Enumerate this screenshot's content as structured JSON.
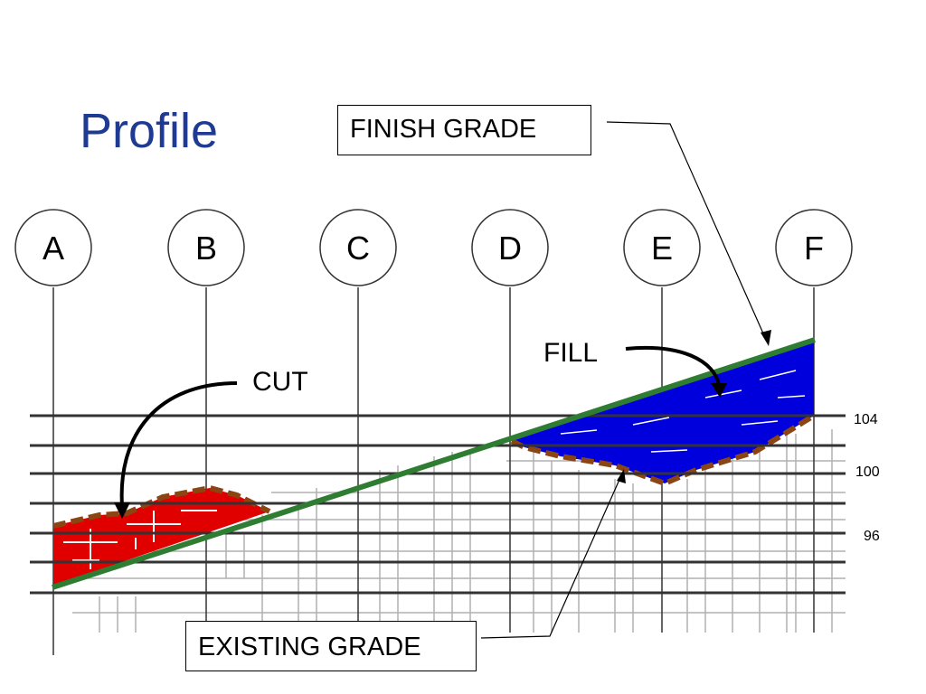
{
  "slide": {
    "title": "Profile"
  },
  "grid_lines": [
    {
      "label": "A"
    },
    {
      "label": "B"
    },
    {
      "label": "C"
    },
    {
      "label": "D"
    },
    {
      "label": "E"
    },
    {
      "label": "F"
    }
  ],
  "callouts": {
    "finish_grade": "FINISH GRADE",
    "existing_grade": "EXISTING GRADE"
  },
  "labels": {
    "cut": "CUT",
    "fill": "FILL"
  },
  "elevations": {
    "e104": "104",
    "e100": "100",
    "e96": "96"
  },
  "colors": {
    "title": "#1f3a93",
    "cut_region": "#e00000",
    "fill_region": "#0000dd",
    "finish_grade_line": "#2e7d32",
    "existing_grade_dirt": "#8b4513"
  }
}
